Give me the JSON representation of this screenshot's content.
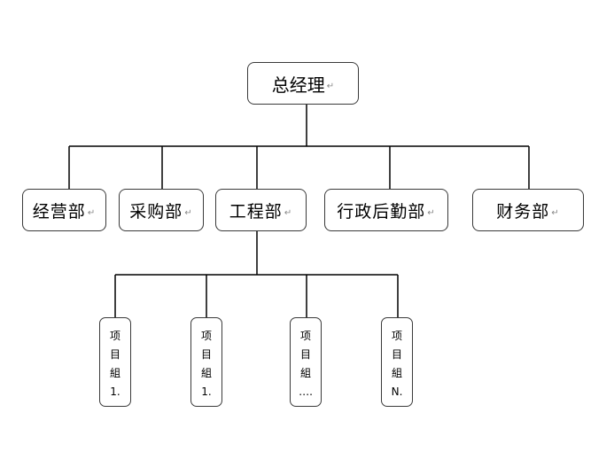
{
  "org_chart": {
    "root": {
      "label": "总经理"
    },
    "departments": [
      {
        "label": "经营部"
      },
      {
        "label": "采购部"
      },
      {
        "label": "工程部"
      },
      {
        "label": "行政后勤部"
      },
      {
        "label": "财务部"
      }
    ],
    "project_groups": [
      {
        "chars": [
          "项",
          "目",
          "組",
          "1."
        ]
      },
      {
        "chars": [
          "项",
          "目",
          "組",
          "1."
        ]
      },
      {
        "chars": [
          "项",
          "目",
          "組",
          "…."
        ]
      },
      {
        "chars": [
          "项",
          "目",
          "組",
          "N."
        ]
      }
    ],
    "paragraph_mark": "↵",
    "colors": {
      "line": "#000000",
      "border": "#3a3a3a",
      "text": "#000000"
    }
  }
}
